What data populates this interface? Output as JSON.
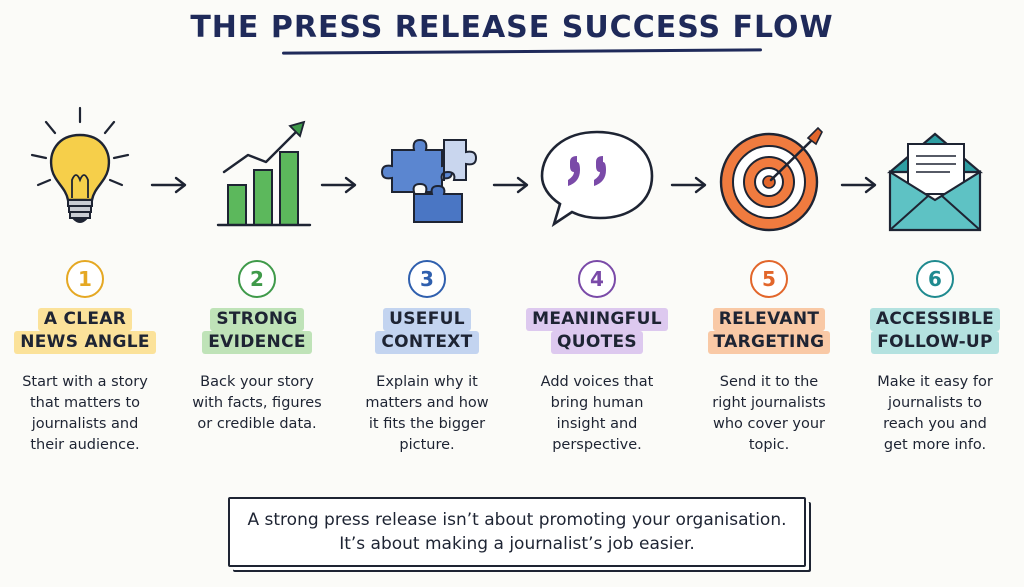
{
  "title": "THE PRESS RELEASE SUCCESS FLOW",
  "steps": [
    {
      "number": "1",
      "label_line1": "A CLEAR",
      "label_line2": "NEWS ANGLE",
      "description": [
        "Start with a story",
        "that matters to",
        "journalists and",
        "their audience."
      ],
      "icon": "lightbulb-icon",
      "color": "#e5a823",
      "highlight": "#fbe29a"
    },
    {
      "number": "2",
      "label_line1": "STRONG",
      "label_line2": "EVIDENCE",
      "description": [
        "Back your story",
        "with facts, figures",
        "or credible data."
      ],
      "icon": "bar-chart-icon",
      "color": "#3f9a4a",
      "highlight": "#bfe3b8"
    },
    {
      "number": "3",
      "label_line1": "USEFUL",
      "label_line2": "CONTEXT",
      "description": [
        "Explain why it",
        "matters and how",
        "it fits the bigger",
        "picture."
      ],
      "icon": "puzzle-icon",
      "color": "#2f5fae",
      "highlight": "#c3d4f0"
    },
    {
      "number": "4",
      "label_line1": "MEANINGFUL",
      "label_line2": "QUOTES",
      "description": [
        "Add voices that",
        "bring human",
        "insight and",
        "perspective."
      ],
      "icon": "quote-bubble-icon",
      "color": "#7a4aa8",
      "highlight": "#ddc9ef"
    },
    {
      "number": "5",
      "label_line1": "RELEVANT",
      "label_line2": "TARGETING",
      "description": [
        "Send it to the",
        "right journalists",
        "who cover your",
        "topic."
      ],
      "icon": "target-icon",
      "color": "#e2662b",
      "highlight": "#f9c9a6"
    },
    {
      "number": "6",
      "label_line1": "ACCESSIBLE",
      "label_line2": "FOLLOW-UP",
      "description": [
        "Make it easy for",
        "journalists to",
        "reach you and",
        "get more info."
      ],
      "icon": "envelope-icon",
      "color": "#1f8a8f",
      "highlight": "#b4e2e0"
    }
  ],
  "callout": {
    "line1": "A strong press release isn’t about promoting your organisation.",
    "line2": "It’s about making a journalist’s job easier."
  }
}
